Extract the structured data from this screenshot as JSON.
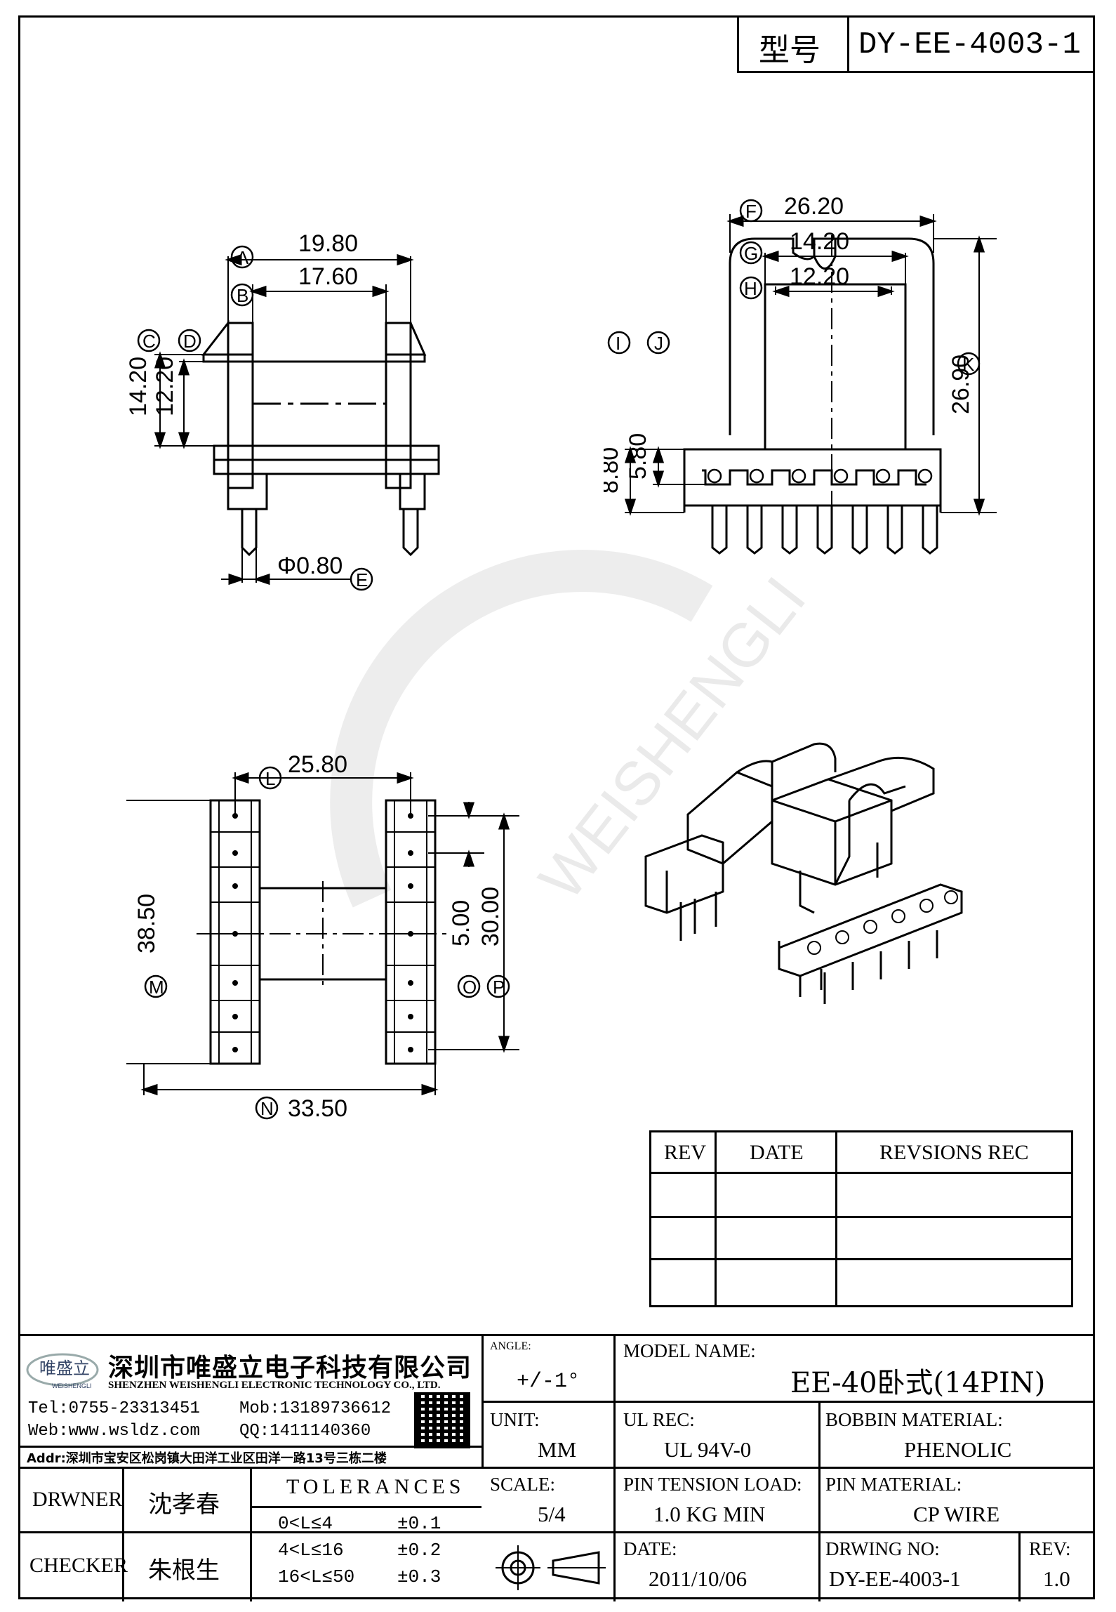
{
  "header": {
    "model_label": "型号",
    "model_value": "DY-EE-4003-1"
  },
  "dims": {
    "A": "19.80",
    "B": "17.60",
    "C_val": "14.20",
    "D_val": "12.20",
    "E": "Φ0.80",
    "F": "26.20",
    "G": "14.20",
    "H": "12.20",
    "I_val": "8.80",
    "J_val": "5.80",
    "K_val": "26.90",
    "L": "25.80",
    "M_val": "38.50",
    "N": "33.50",
    "O_val": "5.00",
    "P_val": "30.00"
  },
  "markers": {
    "A": "A",
    "B": "B",
    "C": "C",
    "D": "D",
    "E": "E",
    "F": "F",
    "G": "G",
    "H": "H",
    "I": "I",
    "J": "J",
    "K": "K",
    "L": "L",
    "M": "M",
    "N": "N",
    "O": "O",
    "P": "P"
  },
  "watermark": {
    "text": "WEISHENGLI"
  },
  "revision_table": {
    "headers": [
      "REV",
      "DATE",
      "REVSIONS REC"
    ],
    "rows": [
      [
        "",
        "",
        ""
      ],
      [
        "",
        "",
        ""
      ],
      [
        "",
        "",
        ""
      ]
    ]
  },
  "company": {
    "logo_text": "唯盛立",
    "logo_sub": "WEISHENGLI",
    "name_cn": "深圳市唯盛立电子科技有限公司",
    "name_en": "SHENZHEN WEISHENGLI ELECTRONIC TECHNOLOGY CO., LTD.",
    "tel": "Tel:0755-23313451",
    "mob": "Mob:13189736612",
    "web": "Web:www.wsldz.com",
    "qq": "QQ:1411140360",
    "addr": "Addr:深圳市宝安区松岗镇大田洋工业区田洋一路13号三栋二楼"
  },
  "title_block": {
    "angle_label": "ANGLE:",
    "angle_value": "+/-1°",
    "model_name_label": "MODEL NAME:",
    "model_name_value": "EE-40卧式(14PIN)",
    "unit_label": "UNIT:",
    "unit_value": "MM",
    "ul_label": "UL REC:",
    "ul_value": "UL 94V-0",
    "bobbin_label": "BOBBIN MATERIAL:",
    "bobbin_value": "PHENOLIC",
    "scale_label": "SCALE:",
    "scale_value": "5/4",
    "pin_tension_label": "PIN TENSION LOAD:",
    "pin_tension_value": "1.0 KG MIN",
    "pin_material_label": "PIN MATERIAL:",
    "pin_material_value": "CP WIRE",
    "date_label": "DATE:",
    "date_value": "2011/10/06",
    "drawing_no_label": "DRWING NO:",
    "drawing_no_value": "DY-EE-4003-1",
    "rev_label": "REV:",
    "rev_value": "1.0",
    "drawer_label": "DRWNER",
    "drawer_value": "沈孝春",
    "checker_label": "CHECKER",
    "checker_value": "朱根生",
    "tolerances_label": "TOLERANCES",
    "tolerances": [
      {
        "range": "0<L≤4",
        "tol": "±0.1"
      },
      {
        "range": "4<L≤16",
        "tol": "±0.2"
      },
      {
        "range": "16<L≤50",
        "tol": "±0.3"
      }
    ]
  }
}
